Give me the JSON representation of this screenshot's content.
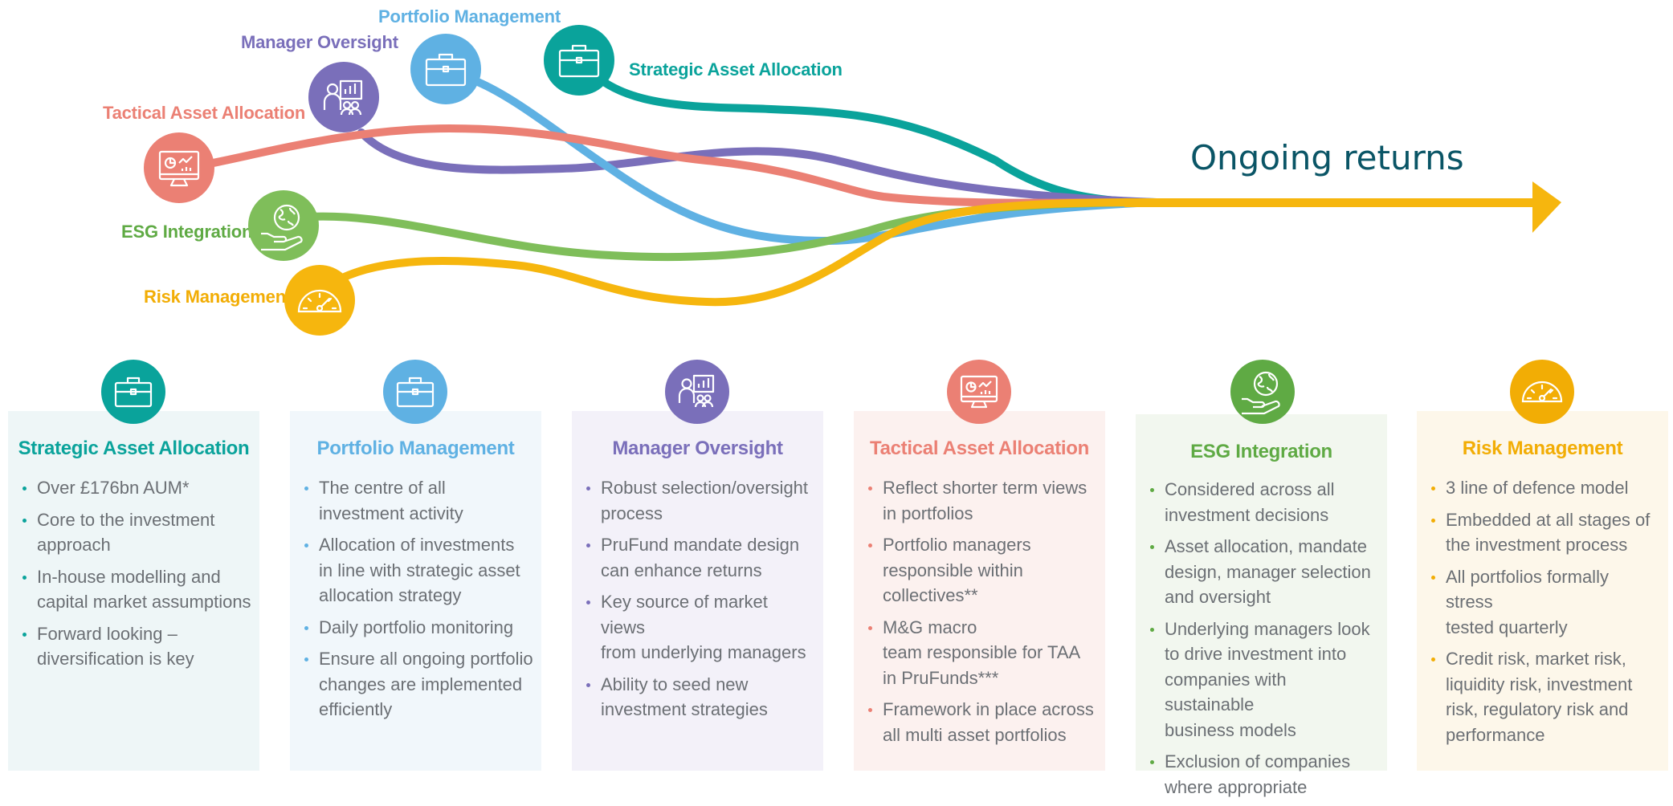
{
  "flow": {
    "headline": "Ongoing returns",
    "streams": [
      {
        "id": "saa",
        "label": "Strategic Asset Allocation",
        "color": "#0aa39b",
        "icon": "briefcase-icon"
      },
      {
        "id": "pm",
        "label": "Portfolio Management",
        "color": "#5fb1e3",
        "icon": "briefcase-icon"
      },
      {
        "id": "mo",
        "label": "Manager Oversight",
        "color": "#7a6fba",
        "icon": "presenter-chart-icon"
      },
      {
        "id": "taa",
        "label": "Tactical Asset Allocation",
        "color": "#eb8074",
        "icon": "monitor-chart-icon"
      },
      {
        "id": "esg",
        "label": "ESG Integration",
        "color": "#7fbe5a",
        "icon": "globe-hand-icon"
      },
      {
        "id": "risk",
        "label": "Risk Management",
        "color": "#f6b60e",
        "icon": "gauge-icon"
      }
    ]
  },
  "cards": [
    {
      "title": "Strategic Asset Allocation",
      "color": "#0aa39b",
      "bg": "#eef6f7",
      "icon": "briefcase-icon",
      "items": [
        [
          "Over £176bn AUM*"
        ],
        [
          "Core to the investment",
          "approach"
        ],
        [
          "In-house modelling and",
          "capital market assumptions"
        ],
        [
          "Forward looking –",
          "diversification is key"
        ]
      ]
    },
    {
      "title": "Portfolio Management",
      "color": "#5fb1e3",
      "bg": "#f1f7fb",
      "icon": "briefcase-icon",
      "items": [
        [
          "The centre of all",
          "investment activity"
        ],
        [
          "Allocation of investments",
          "in line with strategic asset",
          "allocation strategy"
        ],
        [
          "Daily portfolio monitoring"
        ],
        [
          "Ensure all ongoing portfolio",
          "changes are implemented",
          "efficiently"
        ]
      ]
    },
    {
      "title": "Manager Oversight",
      "color": "#7a6fba",
      "bg": "#f3f1f9",
      "icon": "presenter-chart-icon",
      "items": [
        [
          "Robust selection/oversight",
          "process"
        ],
        [
          "PruFund mandate design",
          "can enhance returns"
        ],
        [
          "Key source of market views",
          "from underlying managers"
        ],
        [
          "Ability to seed new",
          "investment strategies"
        ]
      ]
    },
    {
      "title": "Tactical Asset Allocation",
      "color": "#eb8074",
      "bg": "#fcf1ef",
      "icon": "monitor-chart-icon",
      "items": [
        [
          "Reflect shorter term views",
          "in portfolios"
        ],
        [
          "Portfolio managers",
          "responsible within",
          "collectives**"
        ],
        [
          "M&G macro",
          "team responsible for TAA",
          "in PruFunds***"
        ],
        [
          "Framework in place across",
          "all multi asset portfolios"
        ]
      ]
    },
    {
      "title": "ESG Integration",
      "color": "#5faa44",
      "bg": "#f2f7ef",
      "icon": "globe-hand-icon",
      "items": [
        [
          "Considered across all",
          "investment decisions"
        ],
        [
          "Asset allocation, mandate",
          "design, manager selection",
          "and oversight"
        ],
        [
          "Underlying managers look",
          "to drive investment into",
          "companies with sustainable",
          "business models"
        ],
        [
          "Exclusion of companies",
          "where appropriate"
        ]
      ]
    },
    {
      "title": "Risk Management",
      "color": "#f2ad05",
      "bg": "#fdf7ea",
      "icon": "gauge-icon",
      "items": [
        [
          "3 line of defence model"
        ],
        [
          "Embedded at all stages of",
          "the investment process"
        ],
        [
          "All portfolios formally stress",
          "tested quarterly"
        ],
        [
          "Credit risk, market risk,",
          "liquidity risk, investment",
          "risk, regulatory risk and",
          "performance"
        ]
      ]
    }
  ]
}
